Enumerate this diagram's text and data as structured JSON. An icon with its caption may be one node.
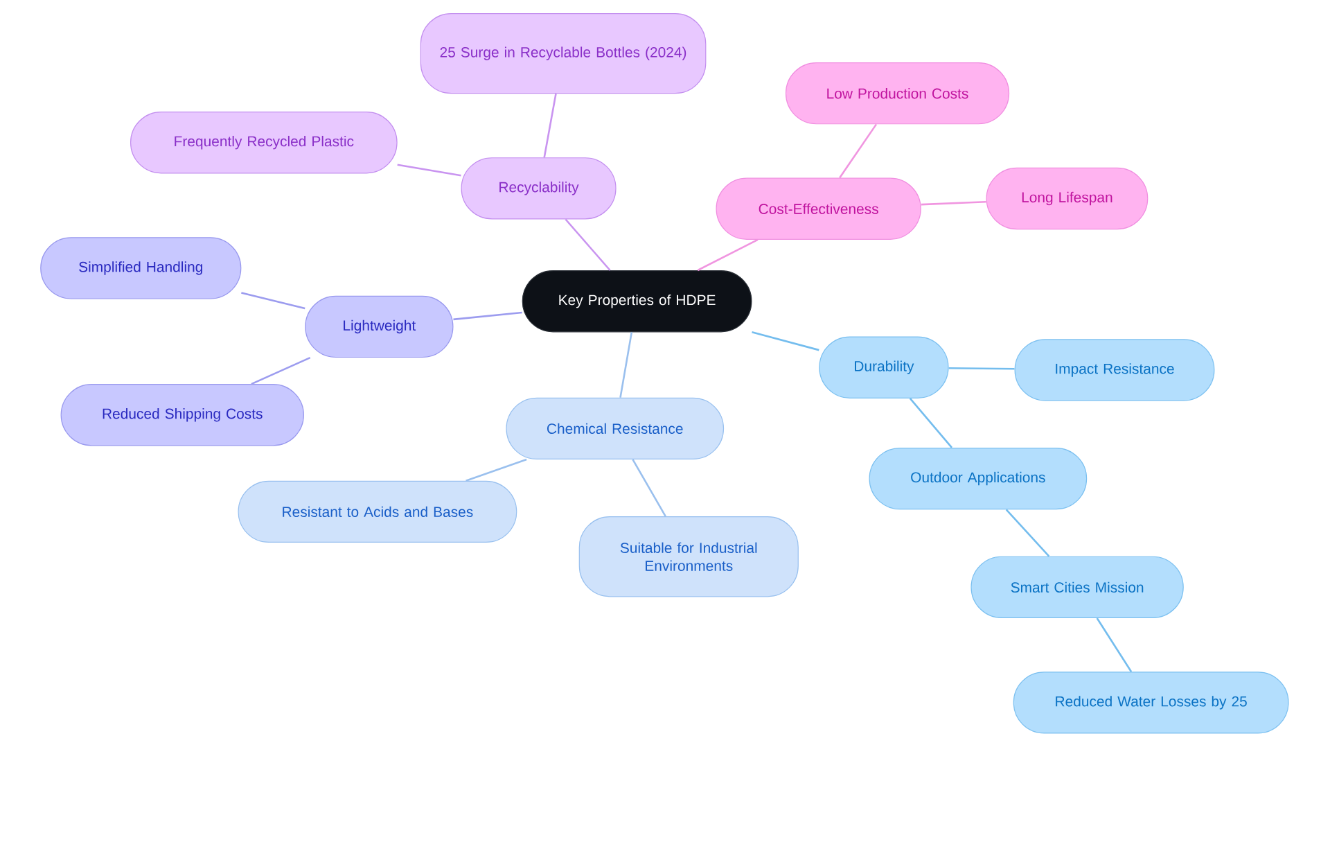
{
  "diagram": {
    "nodes": [
      {
        "text": [
          "Key Properties of HDPE"
        ]
      },
      {
        "text": [
          "Recyclability"
        ]
      },
      {
        "text": [
          "25 Surge in Recyclable Bottles (2024)"
        ]
      },
      {
        "text": [
          "Frequently Recycled Plastic"
        ]
      },
      {
        "text": [
          "Cost-Effectiveness"
        ]
      },
      {
        "text": [
          "Low Production Costs"
        ]
      },
      {
        "text": [
          "Long Lifespan"
        ]
      },
      {
        "text": [
          "Lightweight"
        ]
      },
      {
        "text": [
          "Simplified Handling"
        ]
      },
      {
        "text": [
          "Reduced Shipping Costs"
        ]
      },
      {
        "text": [
          "Chemical Resistance"
        ]
      },
      {
        "text": [
          "Resistant to Acids and Bases"
        ]
      },
      {
        "text": [
          "Suitable for Industrial Environments"
        ]
      },
      {
        "text": [
          "Durability"
        ]
      },
      {
        "text": [
          "Impact Resistance"
        ]
      },
      {
        "text": [
          "Outdoor Applications"
        ]
      },
      {
        "text": [
          "Smart Cities Mission"
        ]
      },
      {
        "text": [
          "Reduced Water Losses by 25"
        ]
      }
    ],
    "edges": [
      {
        "from": 0,
        "to": 1,
        "arrow": "none",
        "color": "#c994f0"
      },
      {
        "from": 1,
        "to": 2,
        "arrow": "none",
        "color": "#c994f0"
      },
      {
        "from": 1,
        "to": 3,
        "arrow": "none",
        "color": "#c994f0"
      },
      {
        "from": 0,
        "to": 4,
        "arrow": "none",
        "color": "#f095e0"
      },
      {
        "from": 4,
        "to": 5,
        "arrow": "none",
        "color": "#f095e0"
      },
      {
        "from": 4,
        "to": 6,
        "arrow": "none",
        "color": "#f095e0"
      },
      {
        "from": 0,
        "to": 7,
        "arrow": "none",
        "color": "#9c9cef"
      },
      {
        "from": 7,
        "to": 8,
        "arrow": "none",
        "color": "#9c9cef"
      },
      {
        "from": 7,
        "to": 9,
        "arrow": "none",
        "color": "#9c9cef"
      },
      {
        "from": 0,
        "to": 10,
        "arrow": "none",
        "color": "#9ac0ee"
      },
      {
        "from": 10,
        "to": 11,
        "arrow": "none",
        "color": "#9ac0ee"
      },
      {
        "from": 10,
        "to": 12,
        "arrow": "none",
        "color": "#9ac0ee"
      },
      {
        "from": 0,
        "to": 13,
        "arrow": "none",
        "color": "#74bdee"
      },
      {
        "from": 13,
        "to": 14,
        "arrow": "none",
        "color": "#74bdee"
      },
      {
        "from": 13,
        "to": 15,
        "arrow": "none",
        "color": "#74bdee"
      },
      {
        "from": 15,
        "to": 16,
        "arrow": "none",
        "color": "#74bdee"
      },
      {
        "from": 16,
        "to": 17,
        "arrow": "none",
        "color": "#74bdee"
      }
    ]
  }
}
